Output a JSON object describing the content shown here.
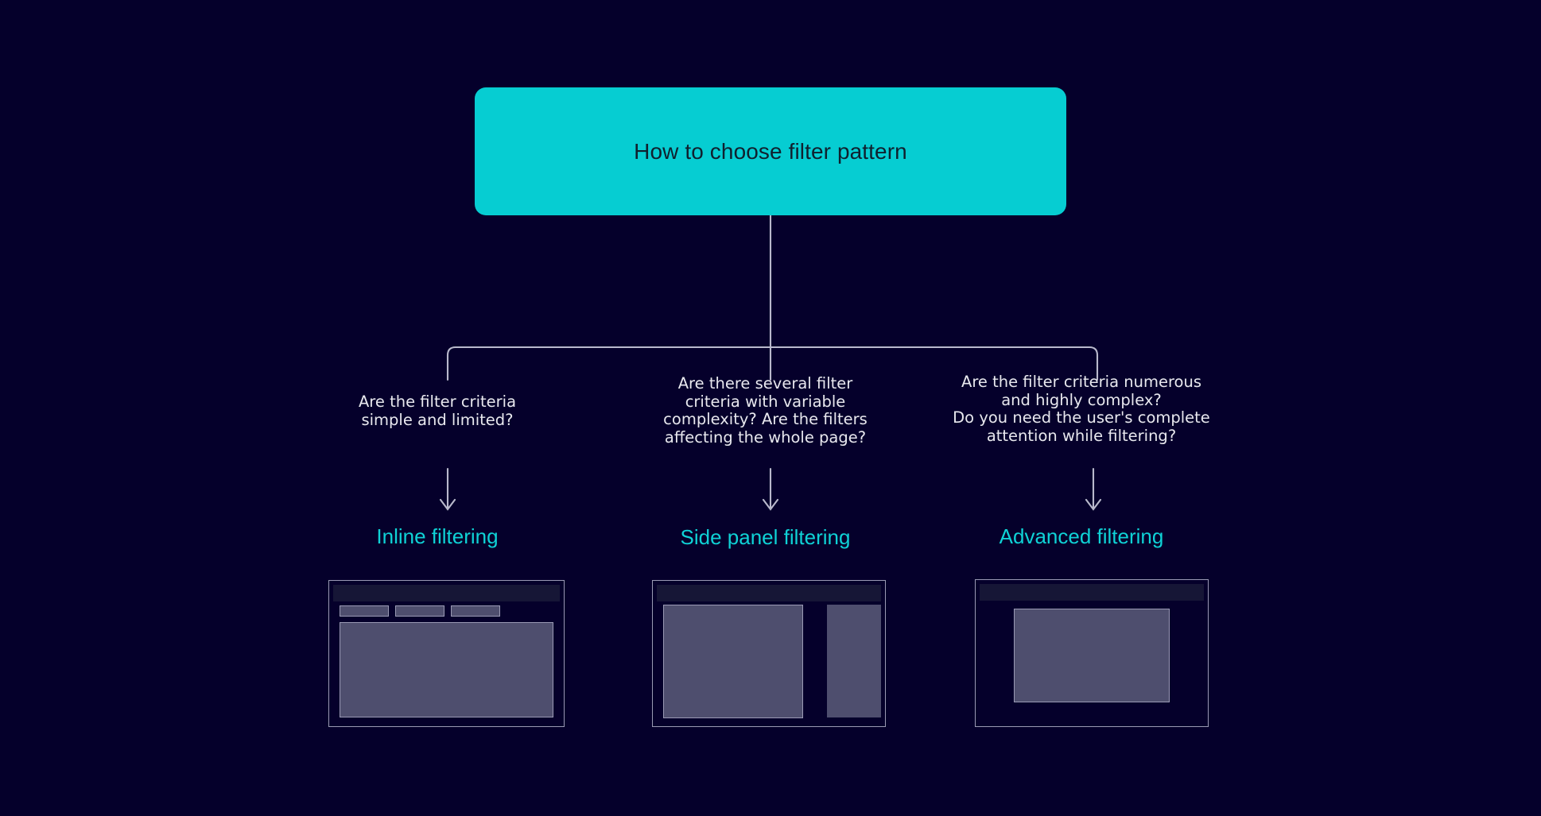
{
  "diagram": {
    "background_color": "#05002b",
    "accent_color": "#06cdd2",
    "outcome_text_color": "#0fd2d6",
    "question_text_color": "#e8e8ee",
    "connector_color": "#b9b9cc",
    "root": {
      "label": "How to choose filter pattern"
    },
    "branches": [
      {
        "question": "Are the filter criteria\nsimple and limited?",
        "outcome": "Inline filtering",
        "wireframe": "inline-filtering-wireframe"
      },
      {
        "question": "Are there several filter\ncriteria with variable\ncomplexity? Are the filters\naffecting the whole page?",
        "outcome": "Side panel filtering",
        "wireframe": "side-panel-filtering-wireframe"
      },
      {
        "question": "Are the filter criteria numerous\nand highly complex?\nDo you need the user's complete\nattention while filtering?",
        "outcome": "Advanced filtering",
        "wireframe": "advanced-filtering-wireframe"
      }
    ]
  }
}
